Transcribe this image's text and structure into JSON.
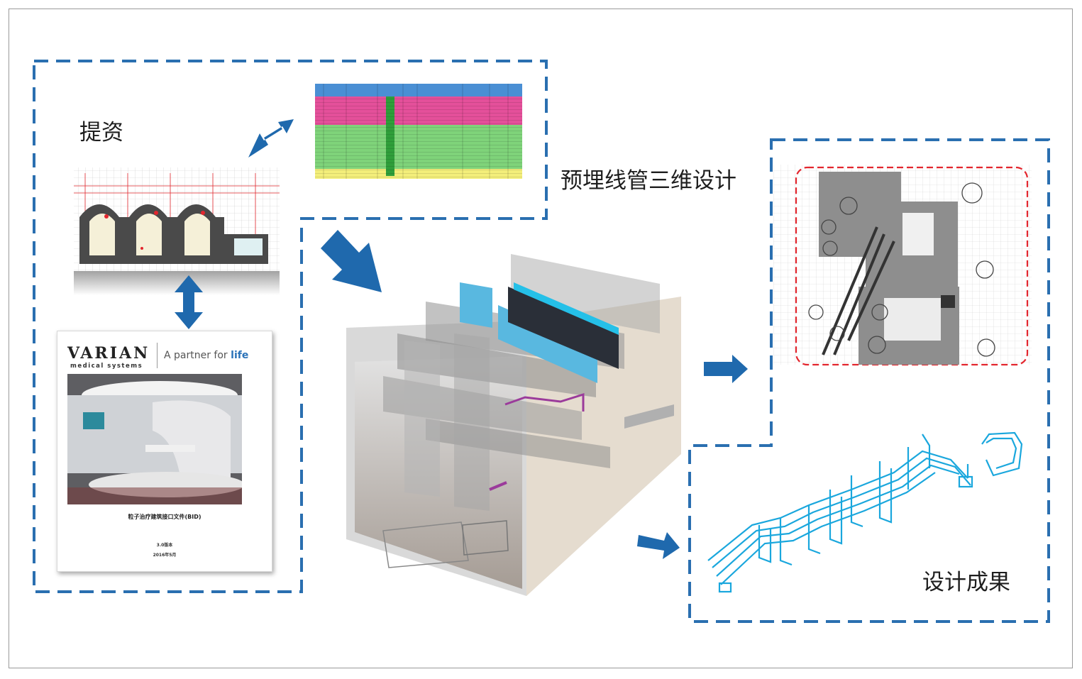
{
  "labels": {
    "tizi": "提资",
    "pipe_design": "预埋线管三维设计",
    "result": "设计成果"
  },
  "brochure": {
    "brand": "VARIAN",
    "brand_sub": "medical systems",
    "tagline_prefix": "A partner for ",
    "tagline_emph": "life",
    "title": "粒子治疗建筑接口文件(BID)",
    "version": "3.0版本",
    "date": "2016年5月"
  },
  "colors": {
    "dash_blue": "#2a6fb0",
    "arrow_blue": "#1f69ad",
    "pink_rows": "#e4509a",
    "green_rows": "#7fd37a",
    "yellow_rows": "#f3ee7a",
    "header_blue": "#4a8fd4",
    "red_dash": "#e3262e",
    "pipe_cyan": "#1aa7dd"
  },
  "icons": [
    "double-arrow-icon",
    "arrow-right-icon",
    "arrow-down-right-icon"
  ]
}
